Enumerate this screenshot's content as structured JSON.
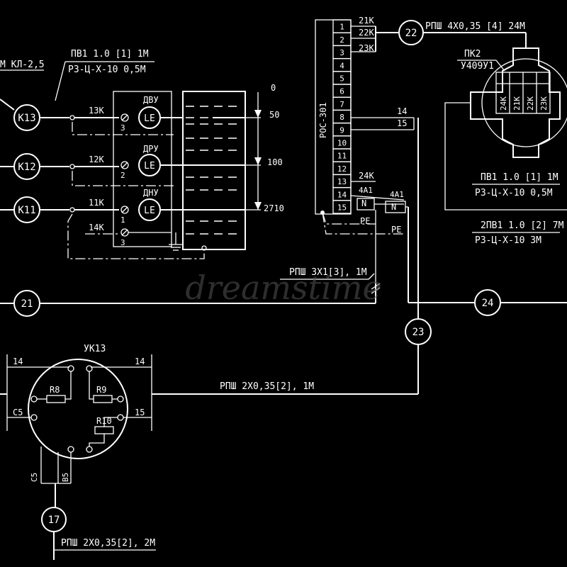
{
  "colors": {
    "background": "#000000",
    "line": "#ffffff",
    "watermark": "#555555"
  },
  "watermark": "dreamstime",
  "cable_top_left": "М КЛ-2,5",
  "cable_pv1_a": "ПВ1 1.0 [1] 1М",
  "cable_rz_a": "РЗ-Ц-Х-10 0,5М",
  "nodes": {
    "k13": "К13",
    "k12": "К12",
    "k11": "К11",
    "n21": "21",
    "n22": "22",
    "n23": "23",
    "n24": "24",
    "n17": "17"
  },
  "sensors": {
    "dvu_label": "ДВУ",
    "dru_label": "ДРУ",
    "dnu_label": "ДНУ",
    "le": "LE",
    "w13k": "13К",
    "w12k": "12К",
    "w11k": "11К",
    "w14k": "14К",
    "pin3a": "3",
    "pin2": "2",
    "pin1": "1",
    "pin3b": "3"
  },
  "tank": {
    "l0": "0",
    "l50": "50",
    "l100": "100",
    "l2710": "2710"
  },
  "terminal": {
    "title": "РОС-301",
    "rows": [
      "1",
      "2",
      "3",
      "4",
      "5",
      "6",
      "7",
      "8",
      "9",
      "10",
      "11",
      "12",
      "13",
      "14",
      "15"
    ],
    "r21k": "21К",
    "r22k": "22К",
    "r23k": "23К",
    "r24k": "24К",
    "r4a1": "4А1",
    "n_label": "N",
    "pe_label": "PE",
    "w14": "14",
    "w15": "15"
  },
  "cable_rpsh_4x": "РПШ 4Х0,35 [4] 24М",
  "pk2": {
    "name": "ПК2",
    "model": "У409У1",
    "pins": [
      "24К",
      "21К",
      "22К",
      "23К"
    ]
  },
  "cable_pv1_b": "ПВ1 1.0 [1] 1М",
  "cable_rz_b": "РЗ-Ц-Х-10 0,5М",
  "cable_2pv1": "2ПВ1 1.0 [2] 7М",
  "cable_rz_3m": "РЗ-Ц-Х-10 3М",
  "cable_rpsh_3x": "РПШ 3Х1[3], 1М",
  "uk13": {
    "name": "УК13",
    "r8": "R8",
    "r9": "R9",
    "r10": "R10",
    "c5": "С5",
    "n15": "15",
    "n14a": "14",
    "n14b": "14",
    "c5v": "С5",
    "b5v": "В5"
  },
  "cable_rpsh_2x_1m": "РПШ 2Х0,35[2], 1М",
  "cable_rpsh_2x_2m": "РПШ 2Х0,35[2], 2М"
}
